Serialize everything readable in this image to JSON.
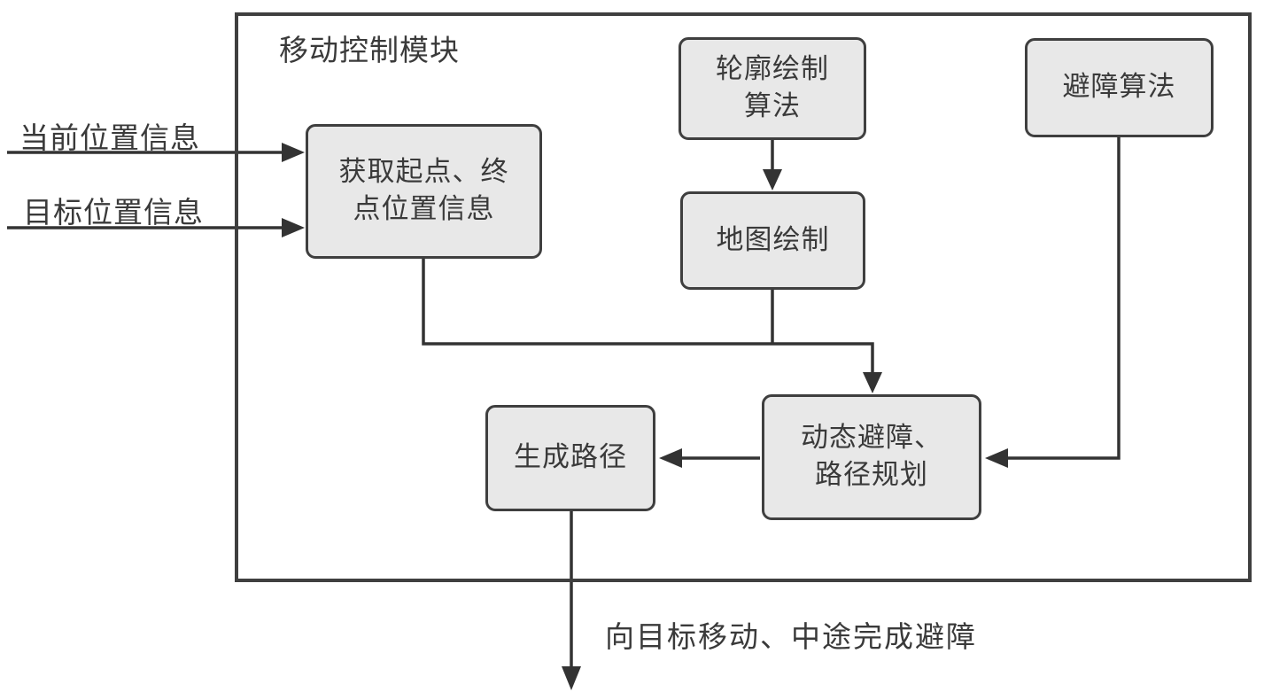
{
  "module": {
    "title": "移动控制模块"
  },
  "inputs": [
    {
      "label": "当前位置信息"
    },
    {
      "label": "目标位置信息"
    }
  ],
  "nodes": {
    "get_position": {
      "label": "获取起点、终\n点位置信息"
    },
    "contour_algorithm": {
      "label": "轮廓绘制\n算法"
    },
    "map_drawing": {
      "label": "地图绘制"
    },
    "obstacle_algorithm": {
      "label": "避障算法"
    },
    "dynamic_avoidance": {
      "label": "动态避障、\n路径规划"
    },
    "generate_path": {
      "label": "生成路径"
    }
  },
  "output": {
    "caption": "向目标移动、中途完成避障"
  },
  "colors": {
    "node_fill": "#e8e8e8",
    "node_border": "#3f3f3f",
    "line": "#333333",
    "text": "#3a3a3a",
    "background": "#ffffff"
  }
}
